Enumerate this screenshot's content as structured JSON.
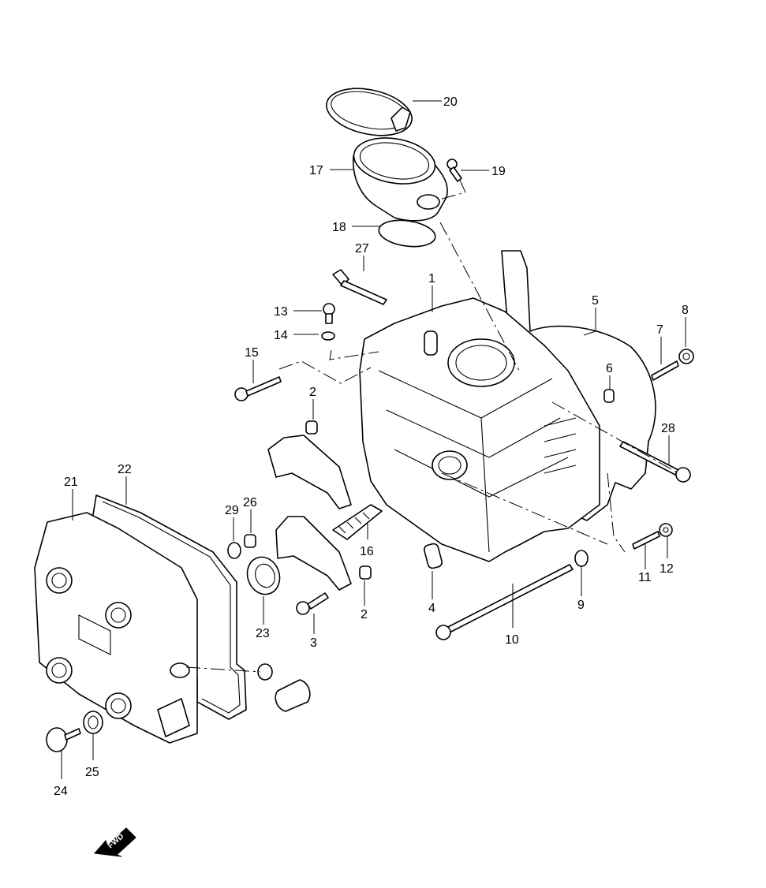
{
  "callouts": {
    "c1": "1",
    "c2a": "2",
    "c2b": "2",
    "c3": "3",
    "c4": "4",
    "c5": "5",
    "c6": "6",
    "c7": "7",
    "c8": "8",
    "c9": "9",
    "c10": "10",
    "c11": "11",
    "c12": "12",
    "c13": "13",
    "c14": "14",
    "c15": "15",
    "c16": "16",
    "c17": "17",
    "c18": "18",
    "c19": "19",
    "c20": "20",
    "c21": "21",
    "c22": "22",
    "c23": "23",
    "c24": "24",
    "c25": "25",
    "c26": "26",
    "c27": "27",
    "c28": "28",
    "c29": "29"
  },
  "fwd_label": "FWD",
  "icons": {
    "fwd_arrow": "fwd-arrow-icon"
  },
  "colors": {
    "line": "#000000",
    "background": "#ffffff"
  }
}
